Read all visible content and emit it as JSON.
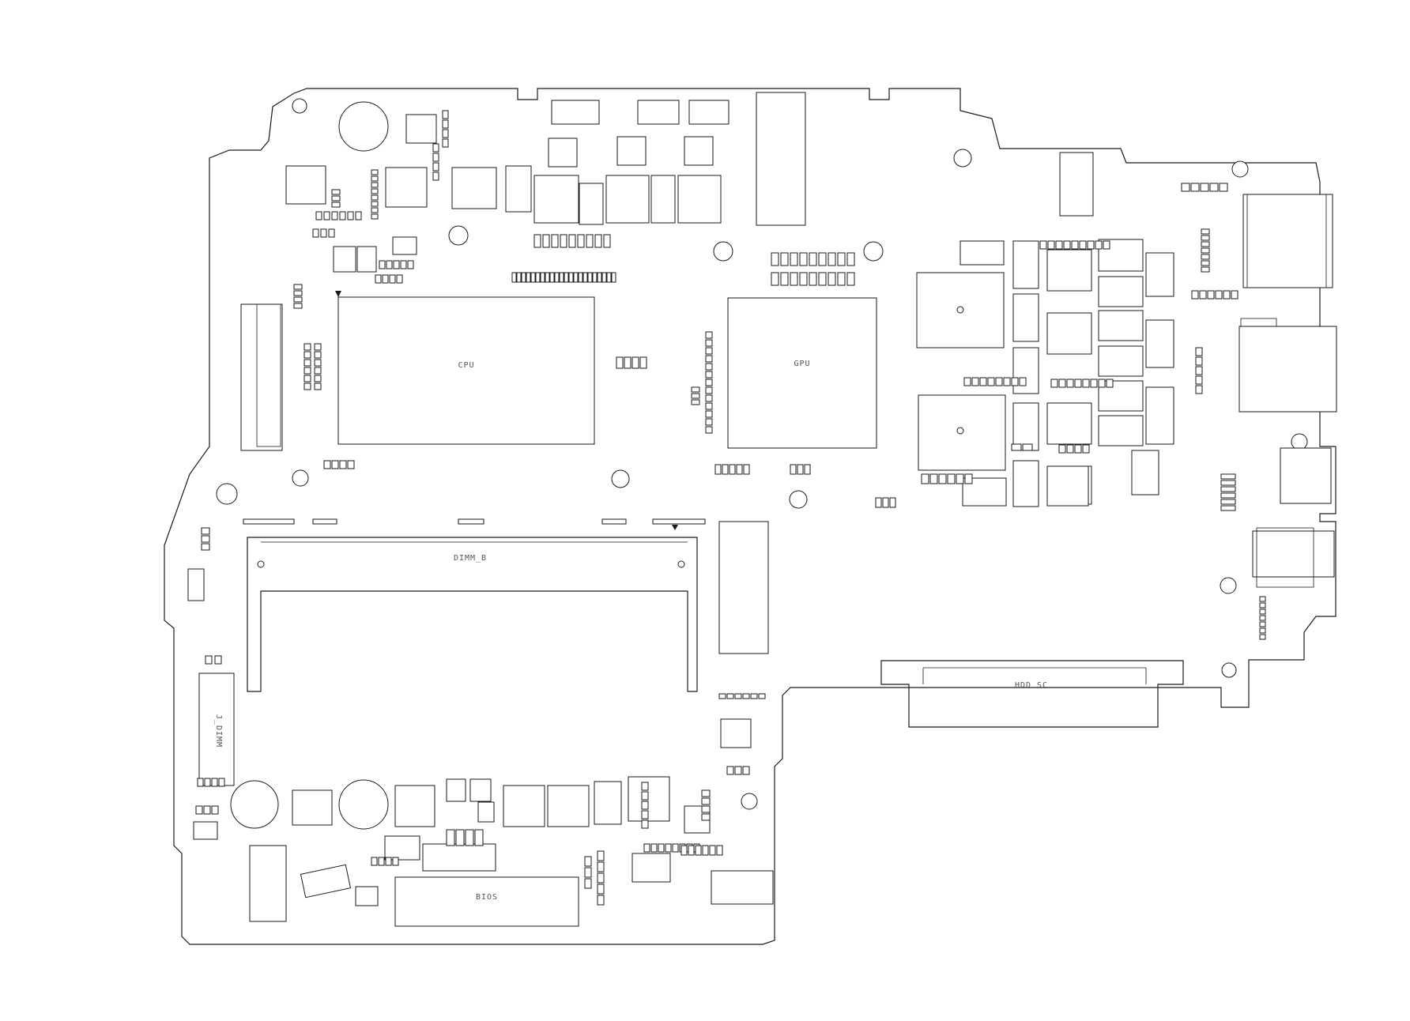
{
  "labels": {
    "cpu_left": "CPU",
    "cpu_right": "GPU",
    "dimm": "DIMM_B",
    "hdd": "HDD SC",
    "conn_left": "J_DIMM",
    "bottom_chip": "BIOS"
  }
}
